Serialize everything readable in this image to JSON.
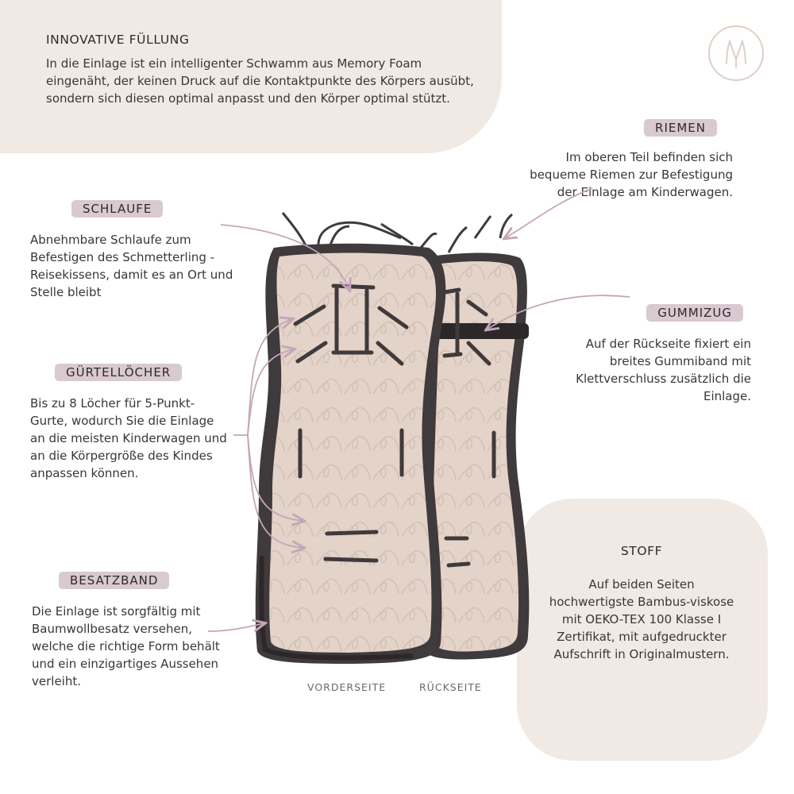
{
  "colors": {
    "panel": "#f1e9e4",
    "pill": "#d9c9d0",
    "arrow": "#c4a6b8",
    "cushion": "#e3d3c9",
    "border": "#3f3a3b",
    "text": "#3b3536"
  },
  "logo": {
    "icon": "m-monogram-icon"
  },
  "innovative": {
    "title": "INNOVATIVE FÜLLUNG",
    "text": "In die Einlage ist ein intelligenter Schwamm aus Memory Foam eingenäht, der keinen Druck auf die Kontaktpunkte des Körpers ausübt, sondern sich diesen optimal anpasst und den Körper optimal stützt."
  },
  "riemen": {
    "title": "RIEMEN",
    "text": "Im oberen Teil befinden sich bequeme Riemen zur Befestigung der Einlage am Kinderwagen."
  },
  "schlaufe": {
    "title": "SCHLAUFE",
    "text": "Abnehmbare Schlaufe zum Befestigen des Schmetterling - Reisekissens, damit es an Ort und Stelle bleibt"
  },
  "gummizug": {
    "title": "GUMMIZUG",
    "text": "Auf der Rückseite fixiert ein breites Gummiband mit Klettverschluss zusätzlich die Einlage."
  },
  "guertel": {
    "title": "GÜRTELLÖCHER",
    "text": "Bis zu 8 Löcher für 5-Punkt-Gurte, wodurch Sie die Einlage an die meisten Kinderwagen und an die Körpergröße des Kindes anpassen können."
  },
  "besatz": {
    "title": "BESATZBAND",
    "text": "Die Einlage ist sorgfältig mit Baumwollbesatz versehen, welche die richtige Form behält und ein einzigartiges Aussehen verleiht."
  },
  "stoff": {
    "title": "STOFF",
    "text": "Auf beiden Seiten hochwertigste Bambus-viskose mit OEKO-TEX 100 Klasse I Zertifikat, mit aufgedruckter Aufschrift in Originalmustern."
  },
  "captions": {
    "front": "VORDERSEITE",
    "back": "RÜCKSEITE"
  }
}
